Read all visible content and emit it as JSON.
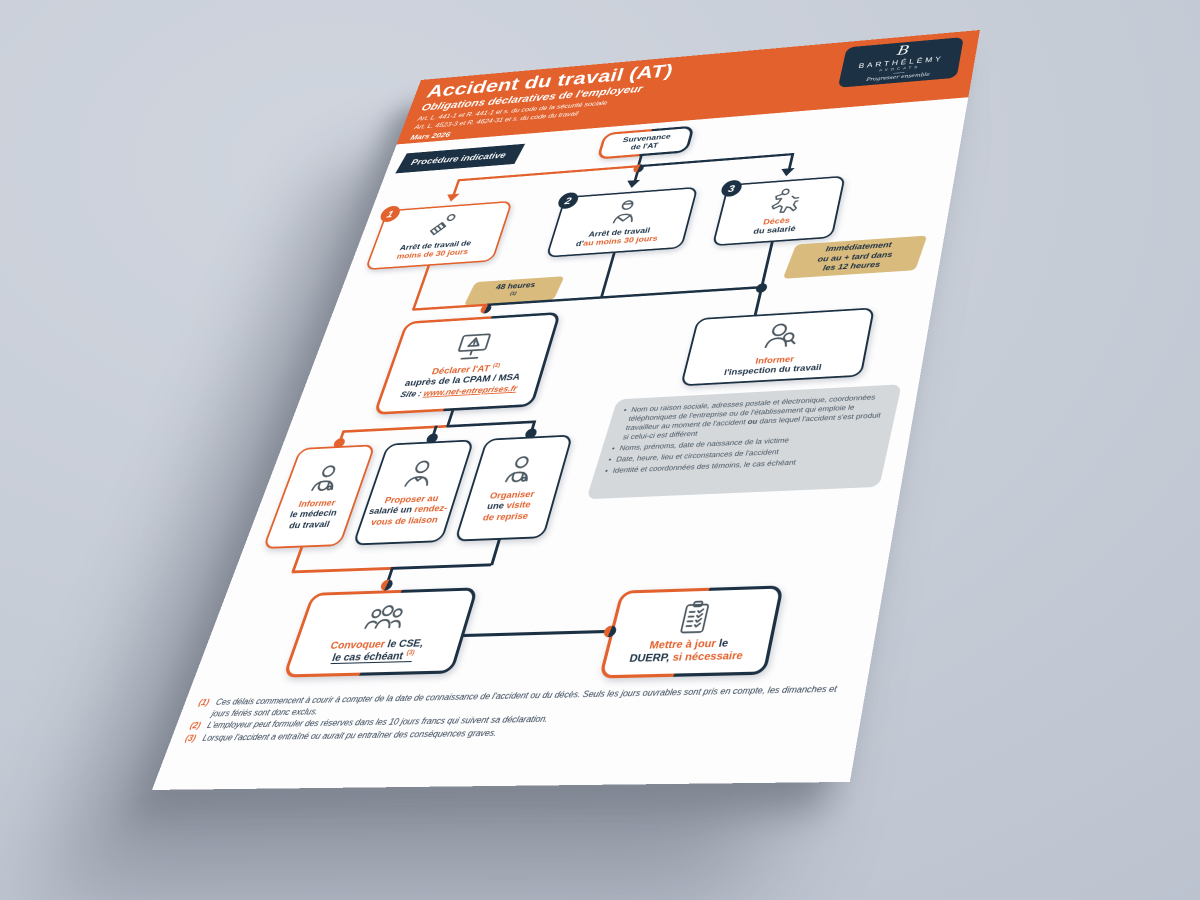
{
  "colors": {
    "orange": "#E2612C",
    "navy": "#1C3144",
    "tan": "#D9BB7D",
    "graybox": "#D4D8DB",
    "background": "#C8CED8"
  },
  "header": {
    "title": "Accident du travail (AT)",
    "subtitle": "Obligations déclaratives de l'employeur",
    "ref1": "Art. L. 441-1 et R. 441-1 et s. du code de la sécurité sociale",
    "ref2": "Art. L. 4523-3 et R. 4624-31 et s. du code du travail",
    "date": "Mars 2026",
    "logo": {
      "monogram": "B",
      "name": "BARTHÉLÉMY",
      "sub": "AVOCATS",
      "tagline": "Progresser ensemble"
    }
  },
  "badge": "Procédure indicative",
  "flow": {
    "start": {
      "line1": "Survenance",
      "line2": "de l'AT"
    },
    "case1": {
      "number": "1",
      "navy": "Arrêt de travail de",
      "orange": "moins de 30 jours"
    },
    "case2": {
      "number": "2",
      "navy": "Arrêt de travail",
      "prefix": "d'",
      "orange": "au moins 30 jours"
    },
    "case3": {
      "number": "3",
      "orange": "Décès",
      "navy": "du salarié"
    },
    "label48": {
      "text": "48 heures ",
      "sup": "(1)"
    },
    "label12": {
      "l1": "Immédiatement",
      "l2": "ou au + tard dans",
      "l3": "les 12 heures"
    },
    "declare": {
      "orange": "Déclarer l'AT ",
      "sup": "(2)",
      "navy": "auprès de la CPAM / MSA",
      "site_label": "Site : ",
      "link": "www.net-entreprises.fr"
    },
    "inspection": {
      "orange": "Informer",
      "navy": "l'inspection du travail"
    },
    "info": {
      "bullet": "•",
      "i1a": "Nom ou raison sociale, adresses postale et électronique, coordonnées téléphoniques de l'entreprise ou de l'établissement qui emploie le travailleur au moment de l'accident ",
      "i1b": "ou",
      "i1c": " dans lequel l'accident s'est produit si celui-ci est différent",
      "i2": "Noms, prénoms, date de naissance de la victime",
      "i3": "Date, heure, lieu et circonstances de l'accident",
      "i4": "Identité et coordonnées des témoins, le cas échéant"
    },
    "medecin": {
      "orange": "Informer",
      "navy1": "le médecin",
      "navy2": "du travail"
    },
    "liaison": {
      "orange1": "Proposer au",
      "navy1": "salarié un ",
      "orange2": "rendez-",
      "orange3": "vous de liaison"
    },
    "reprise": {
      "orange1": "Organiser",
      "navy1": "une ",
      "orange2": "visite",
      "orange3": "de reprise"
    },
    "cse": {
      "orange": "Convoquer",
      "navy": " le CSE,",
      "line2": "le cas échéant ",
      "sup": "(3)"
    },
    "duerp": {
      "orange1": "Mettre à jour",
      "navy1": " le",
      "navy2": "DUERP,",
      "orange2": " si nécessaire"
    }
  },
  "footnotes": [
    {
      "marker": "(1)",
      "text": "Ces délais commencent à courir à compter de la date de connaissance de l'accident ou du décès. Seuls les jours ouvrables sont pris en compte, les dimanches et jours fériés sont donc exclus."
    },
    {
      "marker": "(2)",
      "text": "L'employeur peut formuler des réserves dans les 10 jours francs qui suivent sa déclaration."
    },
    {
      "marker": "(3)",
      "text": "Lorsque l'accident a entraîné ou aurait pu entraîner des conséquences graves."
    }
  ]
}
